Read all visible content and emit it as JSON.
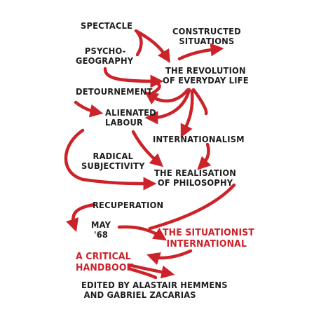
{
  "cover": {
    "terms": {
      "spectacle": "SPECTACLE",
      "constructed_situations": [
        "CONSTRUCTED",
        "SITUATIONS"
      ],
      "psychogeography": [
        "PSYCHO-",
        "GEOGRAPHY"
      ],
      "revolution": [
        "THE REVOLUTION",
        "OF EVERYDAY LIFE"
      ],
      "detournement": "DETOURNEMENT",
      "alienated_labour": [
        "ALIENATED",
        "LABOUR"
      ],
      "internationalism": "INTERNATIONALISM",
      "radical_subjectivity": [
        "RADICAL",
        "SUBJECTIVITY"
      ],
      "realisation": [
        "THE REALISATION",
        "OF PHILOSOPHY"
      ],
      "recuperation": "RECUPERATION",
      "may68": [
        "MAY",
        "'68"
      ]
    },
    "title": [
      "THE SITUATIONIST",
      "INTERNATIONAL"
    ],
    "subtitle": [
      "A CRITICAL",
      "HANDBOOK"
    ],
    "editors": [
      "EDITED BY ALASTAIR HEMMENS",
      "AND GABRIEL ZACARIAS"
    ],
    "colors": {
      "ink": "#1f1f1f",
      "accent": "#cc2229",
      "background": "#ffffff"
    }
  }
}
